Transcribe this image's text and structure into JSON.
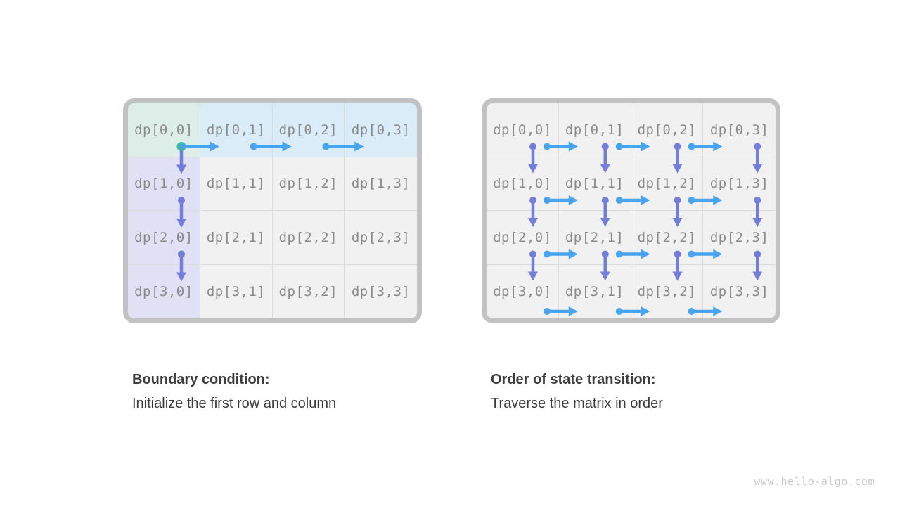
{
  "watermark": "www.hello-algo.com",
  "colors": {
    "teal": "#3eb8a8",
    "blue": "#49a4f0",
    "purple": "#747dd9",
    "origin_bg": "#ddeee8",
    "first_row_bg": "#d9ecf8",
    "first_col_bg": "#e0e1f4",
    "plain_bg": "#f1f1f1",
    "frame_border": "#c2c2c2",
    "cell_line": "#dcdcdc",
    "label_color": "#8a8a8a",
    "caption_color": "#3c3c3c",
    "watermark_color": "#c9c9c9"
  },
  "figures": [
    {
      "name": "boundary-condition",
      "caption_title": "Boundary condition:",
      "caption_body": "Initialize the first row and column",
      "rows": 4,
      "cols": 4,
      "cells": [
        [
          {
            "label": "dp[0,0]",
            "style": "origin"
          },
          {
            "label": "dp[0,1]",
            "style": "first-row"
          },
          {
            "label": "dp[0,2]",
            "style": "first-row"
          },
          {
            "label": "dp[0,3]",
            "style": "first-row"
          }
        ],
        [
          {
            "label": "dp[1,0]",
            "style": "first-col"
          },
          {
            "label": "dp[1,1]",
            "style": "plain"
          },
          {
            "label": "dp[1,2]",
            "style": "plain"
          },
          {
            "label": "dp[1,3]",
            "style": "plain"
          }
        ],
        [
          {
            "label": "dp[2,0]",
            "style": "first-col"
          },
          {
            "label": "dp[2,1]",
            "style": "plain"
          },
          {
            "label": "dp[2,2]",
            "style": "plain"
          },
          {
            "label": "dp[2,3]",
            "style": "plain"
          }
        ],
        [
          {
            "label": "dp[3,0]",
            "style": "first-col"
          },
          {
            "label": "dp[3,1]",
            "style": "plain"
          },
          {
            "label": "dp[3,2]",
            "style": "plain"
          },
          {
            "label": "dp[3,3]",
            "style": "plain"
          }
        ]
      ],
      "arrows": [
        {
          "dir": "down",
          "row": 0,
          "col": 0,
          "color": "purple",
          "dot": "none"
        },
        {
          "dir": "down",
          "row": 1,
          "col": 0,
          "color": "purple",
          "dot": "purple"
        },
        {
          "dir": "down",
          "row": 2,
          "col": 0,
          "color": "purple",
          "dot": "purple"
        },
        {
          "dir": "right",
          "row": 0,
          "col": 0,
          "color": "blue",
          "dot": "teal"
        },
        {
          "dir": "right",
          "row": 0,
          "col": 1,
          "color": "blue",
          "dot": "blue"
        },
        {
          "dir": "right",
          "row": 0,
          "col": 2,
          "color": "blue",
          "dot": "blue"
        }
      ]
    },
    {
      "name": "state-transition-order",
      "caption_title": "Order of state transition:",
      "caption_body": "Traverse the matrix in order",
      "rows": 4,
      "cols": 4,
      "cells": [
        [
          {
            "label": "dp[0,0]",
            "style": "plain"
          },
          {
            "label": "dp[0,1]",
            "style": "plain"
          },
          {
            "label": "dp[0,2]",
            "style": "plain"
          },
          {
            "label": "dp[0,3]",
            "style": "plain"
          }
        ],
        [
          {
            "label": "dp[1,0]",
            "style": "plain"
          },
          {
            "label": "dp[1,1]",
            "style": "plain"
          },
          {
            "label": "dp[1,2]",
            "style": "plain"
          },
          {
            "label": "dp[1,3]",
            "style": "plain"
          }
        ],
        [
          {
            "label": "dp[2,0]",
            "style": "plain"
          },
          {
            "label": "dp[2,1]",
            "style": "plain"
          },
          {
            "label": "dp[2,2]",
            "style": "plain"
          },
          {
            "label": "dp[2,3]",
            "style": "plain"
          }
        ],
        [
          {
            "label": "dp[3,0]",
            "style": "plain"
          },
          {
            "label": "dp[3,1]",
            "style": "plain"
          },
          {
            "label": "dp[3,2]",
            "style": "plain"
          },
          {
            "label": "dp[3,3]",
            "style": "plain"
          }
        ]
      ],
      "arrows": [
        {
          "dir": "down",
          "row": 0,
          "col": 0,
          "color": "purple",
          "dot": "purple"
        },
        {
          "dir": "down",
          "row": 0,
          "col": 1,
          "color": "purple",
          "dot": "purple"
        },
        {
          "dir": "down",
          "row": 0,
          "col": 2,
          "color": "purple",
          "dot": "purple"
        },
        {
          "dir": "down",
          "row": 0,
          "col": 3,
          "color": "purple",
          "dot": "purple"
        },
        {
          "dir": "right",
          "row": 0,
          "col": 0,
          "color": "blue",
          "dot": "blue"
        },
        {
          "dir": "right",
          "row": 0,
          "col": 1,
          "color": "blue",
          "dot": "blue"
        },
        {
          "dir": "right",
          "row": 0,
          "col": 2,
          "color": "blue",
          "dot": "blue"
        },
        {
          "dir": "down",
          "row": 1,
          "col": 0,
          "color": "purple",
          "dot": "purple"
        },
        {
          "dir": "down",
          "row": 1,
          "col": 1,
          "color": "purple",
          "dot": "purple"
        },
        {
          "dir": "down",
          "row": 1,
          "col": 2,
          "color": "purple",
          "dot": "purple"
        },
        {
          "dir": "down",
          "row": 1,
          "col": 3,
          "color": "purple",
          "dot": "purple"
        },
        {
          "dir": "right",
          "row": 1,
          "col": 0,
          "color": "blue",
          "dot": "blue"
        },
        {
          "dir": "right",
          "row": 1,
          "col": 1,
          "color": "blue",
          "dot": "blue"
        },
        {
          "dir": "right",
          "row": 1,
          "col": 2,
          "color": "blue",
          "dot": "blue"
        },
        {
          "dir": "down",
          "row": 2,
          "col": 0,
          "color": "purple",
          "dot": "purple"
        },
        {
          "dir": "down",
          "row": 2,
          "col": 1,
          "color": "purple",
          "dot": "purple"
        },
        {
          "dir": "down",
          "row": 2,
          "col": 2,
          "color": "purple",
          "dot": "purple"
        },
        {
          "dir": "down",
          "row": 2,
          "col": 3,
          "color": "purple",
          "dot": "purple"
        },
        {
          "dir": "right",
          "row": 2,
          "col": 0,
          "color": "blue",
          "dot": "blue"
        },
        {
          "dir": "right",
          "row": 2,
          "col": 1,
          "color": "blue",
          "dot": "blue"
        },
        {
          "dir": "right",
          "row": 2,
          "col": 2,
          "color": "blue",
          "dot": "blue"
        },
        {
          "dir": "right",
          "row": 3,
          "col": 0,
          "color": "blue",
          "dot": "blue"
        },
        {
          "dir": "right",
          "row": 3,
          "col": 1,
          "color": "blue",
          "dot": "blue"
        },
        {
          "dir": "right",
          "row": 3,
          "col": 2,
          "color": "blue",
          "dot": "blue"
        }
      ]
    }
  ]
}
